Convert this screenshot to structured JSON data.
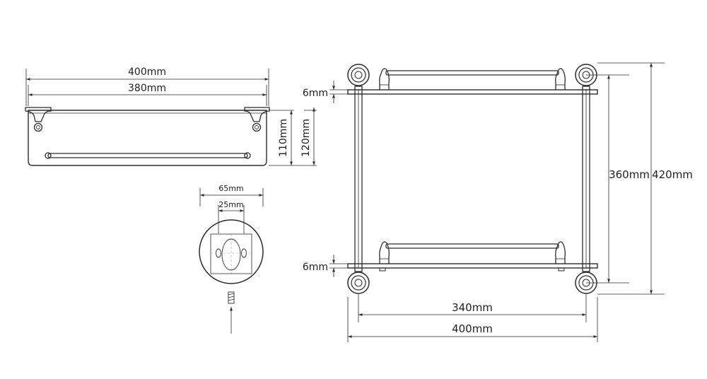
{
  "top_view": {
    "overall_width": "400mm",
    "inner_width": "380mm",
    "height_outer": "120mm",
    "height_inner": "110mm"
  },
  "mount_detail": {
    "outer_width": "65mm",
    "inner_width": "25mm"
  },
  "front_view": {
    "glass_thickness_top": "6mm",
    "glass_thickness_bottom": "6mm",
    "inner_height": "360mm",
    "overall_height": "420mm",
    "inner_width": "340mm",
    "overall_width": "400mm"
  }
}
